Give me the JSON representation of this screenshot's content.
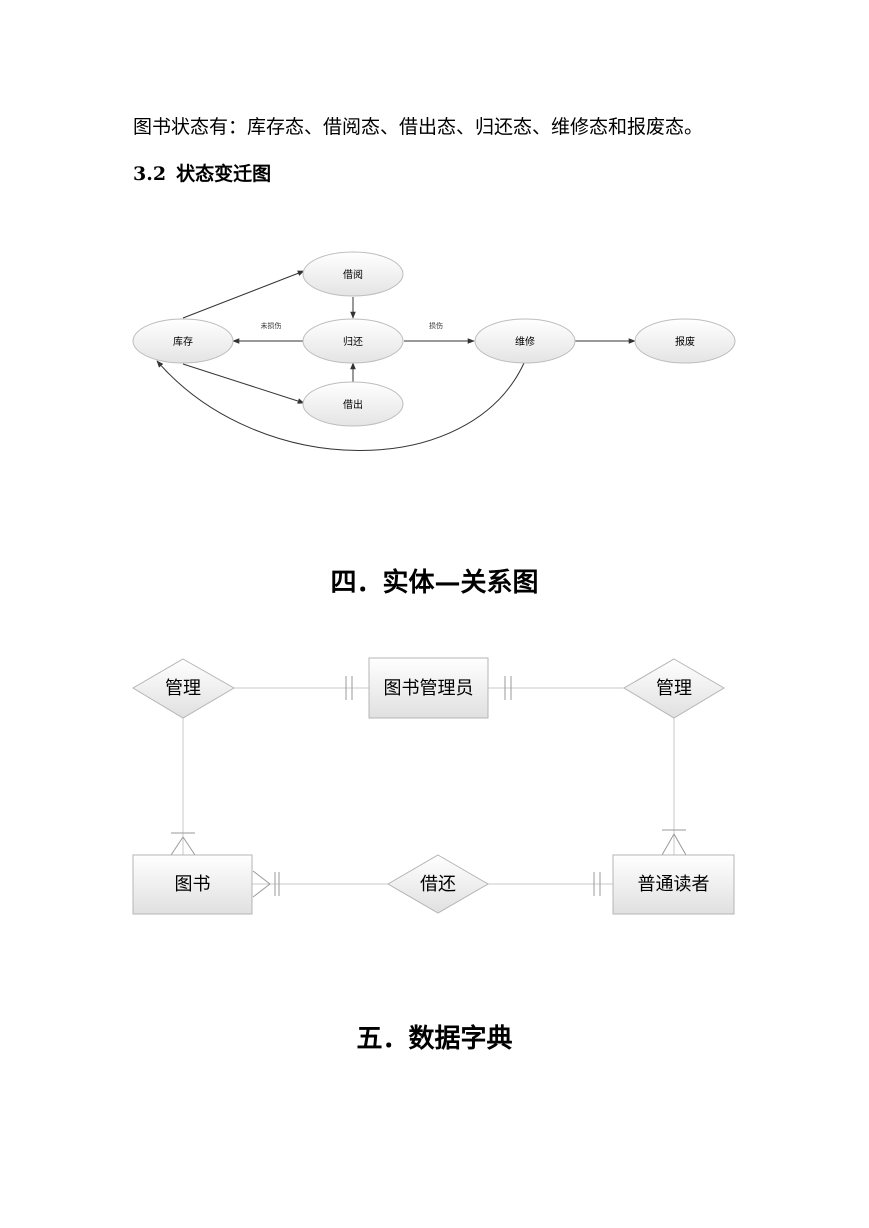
{
  "intro": {
    "text": "图书状态有：库存态、借阅态、借出态、归还态、维修态和报废态。"
  },
  "subsection": {
    "number": "3.2",
    "title": "状态变迁图"
  },
  "state_diagram": {
    "nodes": {
      "inventory": "库存",
      "borrow_read": "借阅",
      "return": "归还",
      "lend_out": "借出",
      "repair": "维修",
      "scrap": "报废"
    },
    "edge_labels": {
      "not_damaged": "未损伤",
      "damaged": "损伤"
    }
  },
  "section4": {
    "title": "四．实体—关系图"
  },
  "er_diagram": {
    "entities": {
      "librarian": "图书管理员",
      "book": "图书",
      "reader": "普通读者"
    },
    "relationships": {
      "manage_left": "管理",
      "manage_right": "管理",
      "borrow_return": "借还"
    }
  },
  "section5": {
    "title": "五．数据字典"
  }
}
